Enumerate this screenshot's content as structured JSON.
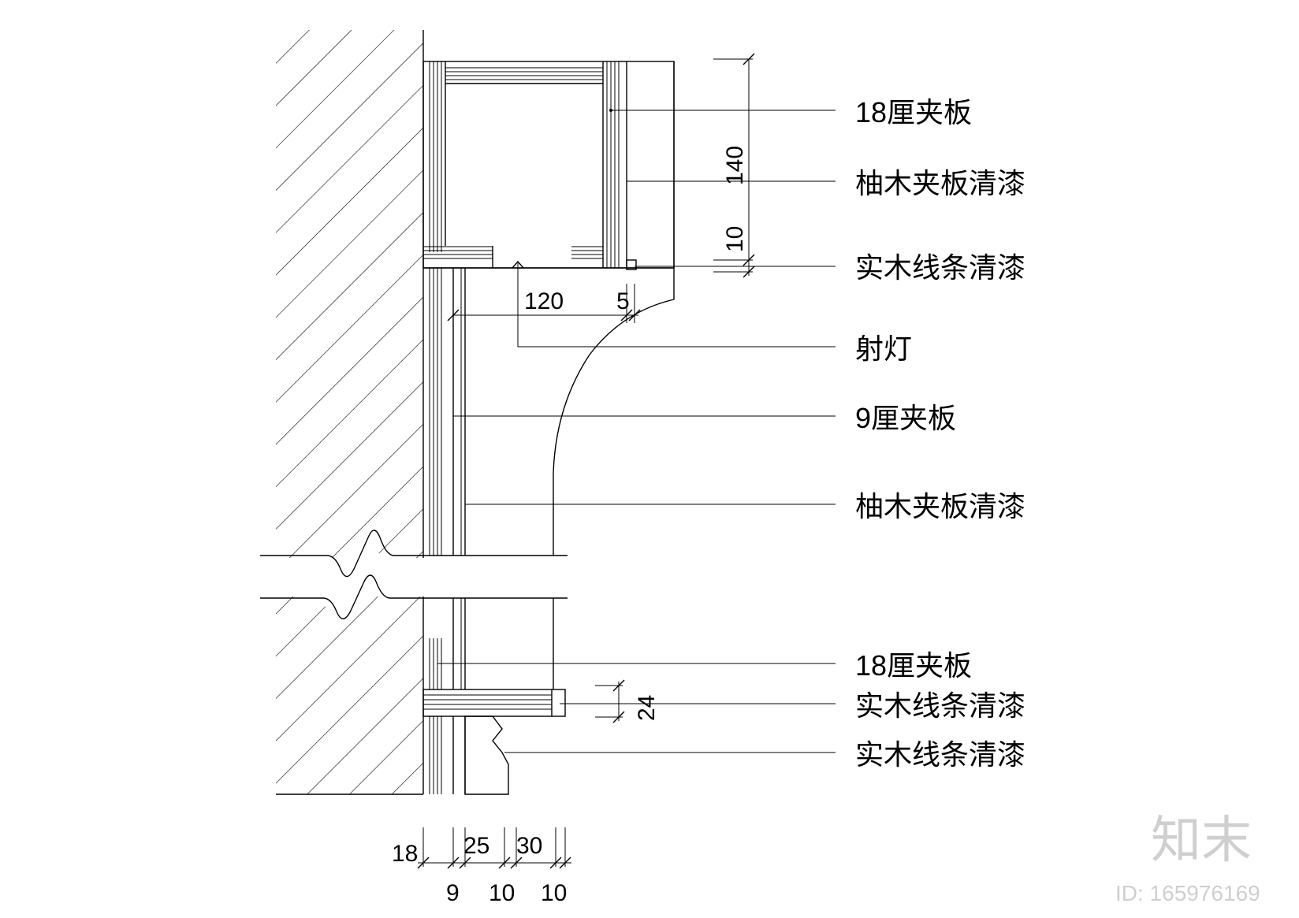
{
  "labels": [
    "18厘夹板",
    "柚木夹板清漆",
    "实木线条清漆",
    "射灯",
    "9厘夹板",
    "柚木夹板清漆",
    "18厘夹板",
    "实木线条清漆",
    "实木线条清漆"
  ],
  "dimensions": {
    "vertical_140": "140",
    "vertical_10": "10",
    "horizontal_120": "120",
    "horizontal_5": "5",
    "vertical_24": "24",
    "bottom_18": "18",
    "bottom_25": "25",
    "bottom_30": "30",
    "bottom_9": "9",
    "bottom_10a": "10",
    "bottom_10b": "10"
  },
  "watermark": {
    "brand": "知末",
    "id": "ID: 165976169"
  }
}
